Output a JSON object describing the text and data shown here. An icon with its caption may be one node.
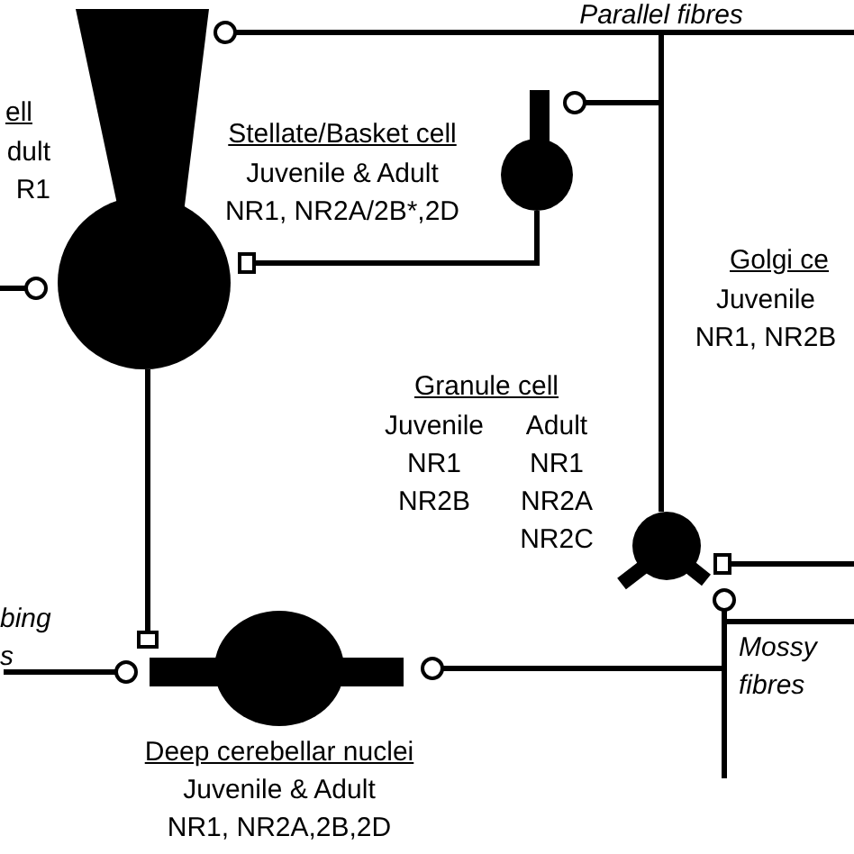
{
  "diagram": {
    "nodes": [
      {
        "text": [
          "Parallel fibres"
        ]
      },
      {
        "text": [
          "ell",
          "dult R1"
        ]
      },
      {
        "text": [
          "Stellate/Basket cell",
          "Juvenile & Adult NR1, NR2A/2B*,2D"
        ]
      },
      {
        "text": [
          "Golgi ce",
          "Juvenile NR1, NR2B"
        ]
      },
      {
        "text": [
          "Granule cell",
          "Juvenile NR1 NR2B",
          "Adult NR1 NR2A NR2C"
        ]
      },
      {
        "text": [
          "bing s"
        ]
      },
      {
        "text": [
          "Mossy fibres"
        ]
      },
      {
        "text": [
          "Deep cerebellar nuclei",
          "Juvenile & Adult NR1, NR2A,2B,2D"
        ]
      }
    ],
    "edges": [
      {
        "from": 0,
        "to": 1,
        "arrow": "other"
      },
      {
        "from": 0,
        "to": 2,
        "arrow": "other"
      },
      {
        "from": 4,
        "to": 0,
        "arrow": "none"
      },
      {
        "from": 2,
        "to": 1,
        "arrow": "other"
      },
      {
        "from": null,
        "to": 1,
        "arrow": "other"
      },
      {
        "from": 1,
        "to": 7,
        "arrow": "other"
      },
      {
        "from": 5,
        "to": 7,
        "arrow": "other"
      },
      {
        "from": 6,
        "to": 7,
        "arrow": "other"
      },
      {
        "from": 6,
        "to": 4,
        "arrow": "other"
      },
      {
        "from": null,
        "to": 4,
        "arrow": "other"
      },
      {
        "from": 6,
        "to": null,
        "arrow": "none"
      }
    ]
  }
}
